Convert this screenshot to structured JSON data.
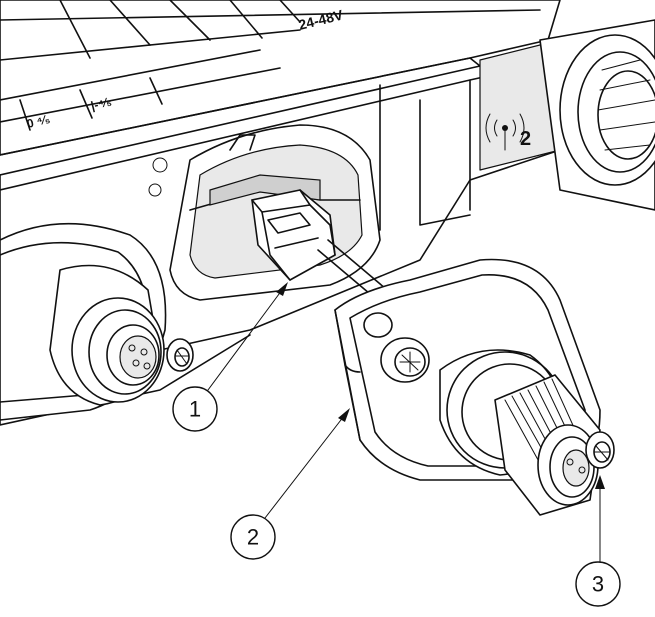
{
  "panel_labels": {
    "voltage": "24-48V",
    "port_a": "0 ⁴⁄₅",
    "port_b": "|-⁴⁄₅"
  },
  "antenna_mark": {
    "number": "2"
  },
  "callouts": [
    {
      "id": "1",
      "label": "1"
    },
    {
      "id": "2",
      "label": "2"
    },
    {
      "id": "3",
      "label": "3"
    }
  ]
}
